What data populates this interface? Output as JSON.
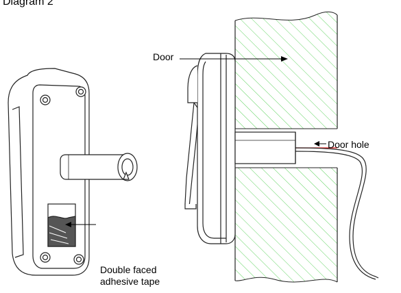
{
  "title": "Diagram 2",
  "labels": {
    "door": "Door",
    "door_hole": "Door hole",
    "tape_line1": "Double faced",
    "tape_line2": "adhesive tape"
  },
  "colors": {
    "hatch": "#5fd35f",
    "door_hole_line": "#e02020",
    "stroke": "#222222"
  }
}
